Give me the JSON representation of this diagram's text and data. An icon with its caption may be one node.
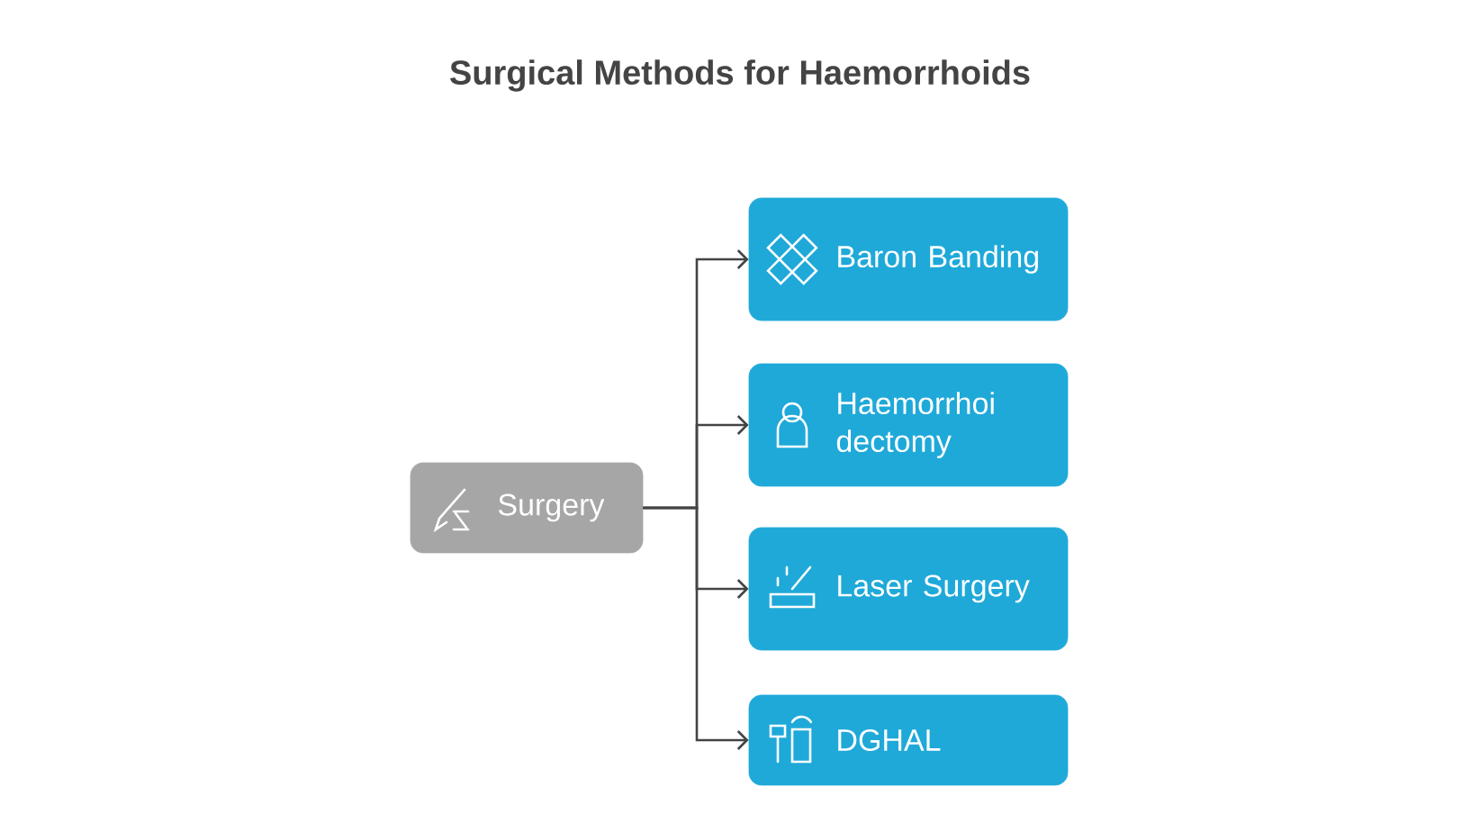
{
  "diagram": {
    "title": "Surgical Methods for Haemorrhoids",
    "nodes": [
      {
        "text": [
          "Surgery"
        ]
      },
      {
        "text": [
          "Baron Banding"
        ]
      },
      {
        "text": [
          "Haemorrhoi dectomy"
        ]
      },
      {
        "text": [
          "Laser Surgery"
        ]
      },
      {
        "text": [
          "DGHAL"
        ]
      }
    ],
    "edges": [
      {
        "from": 0,
        "to": 1,
        "arrow": "to"
      },
      {
        "from": 0,
        "to": 2,
        "arrow": "to"
      },
      {
        "from": 0,
        "to": 3,
        "arrow": "to"
      },
      {
        "from": 0,
        "to": 4,
        "arrow": "to"
      }
    ]
  }
}
